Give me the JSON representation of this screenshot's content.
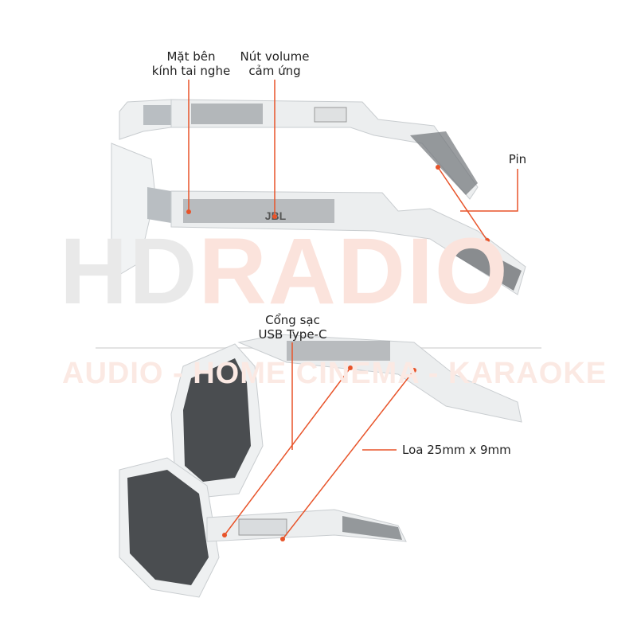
{
  "watermark": {
    "brand_part1": "HD",
    "brand_part2": "RADIO",
    "tagline": "AUDIO - HOME CINEMA - KARAOKE"
  },
  "labels": {
    "side_panel": "Mặt bên\nkính tai nghe",
    "volume": "Nút volume\ncảm ứng",
    "battery": "Pin",
    "charging_port": "Cổng sạc\nUSB Type-C",
    "speaker": "Loa 25mm x 9mm"
  },
  "product_logo": "JBL",
  "colors": {
    "leader_line": "#e8542a",
    "text": "#222222",
    "frame": "#d8dcdf",
    "lens": "#4a4d50"
  }
}
